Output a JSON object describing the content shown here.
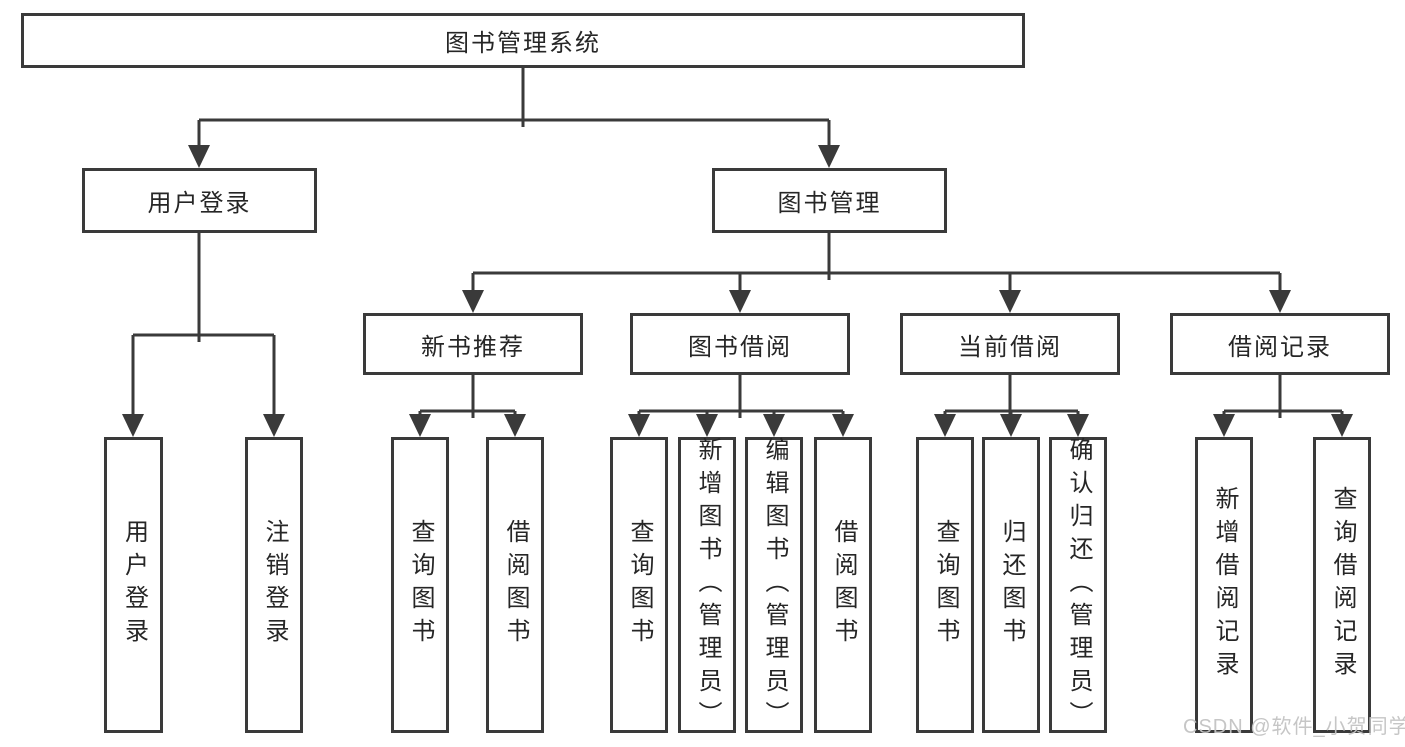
{
  "diagram": {
    "title": "图书管理系统",
    "level2": {
      "login": "用户登录",
      "management": "图书管理"
    },
    "level3": {
      "recommend": "新书推荐",
      "borrow": "图书借阅",
      "current": "当前借阅",
      "records": "借阅记录"
    },
    "leaves": {
      "login": [
        "用户登录",
        "注销登录"
      ],
      "recommend": [
        "查询图书",
        "借阅图书"
      ],
      "borrow": [
        "查询图书",
        "新增图书（管理员）",
        "编辑图书（管理员）",
        "借阅图书"
      ],
      "current": [
        "查询图书",
        "归还图书",
        "确认归还（管理员）"
      ],
      "records": [
        "新增借阅记录",
        "查询借阅记录"
      ]
    }
  },
  "watermark": "CSDN @软件_小贺同学",
  "colors": {
    "line": "#3a3a3a",
    "text": "#262626",
    "background": "#ffffff",
    "watermark": "#c3c3c3"
  }
}
